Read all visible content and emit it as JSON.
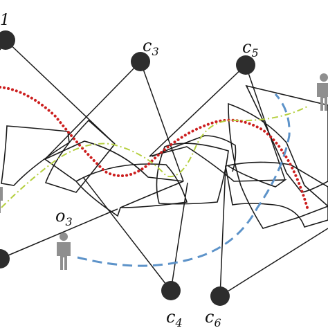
{
  "diagram": {
    "colors": {
      "background": "#ffffff",
      "line": "#1a1a1a",
      "camera_node": "#2d2d2d",
      "person": "#8f8f8f",
      "trajectory_red": "#cc1f1f",
      "trajectory_green": "#b5cf3f",
      "trajectory_blue": "#5d93c9"
    },
    "cameras": [
      {
        "label": "1"
      },
      {
        "label": "c3"
      },
      {
        "label": "c5"
      },
      {
        "label": "c4"
      },
      {
        "label": "c6"
      },
      {
        "label": ""
      }
    ],
    "objects": [
      {
        "label": "o3",
        "icon": "person-icon"
      },
      {
        "label": "",
        "icon": "person-icon"
      },
      {
        "label": "",
        "icon": "person-icon"
      }
    ],
    "trajectories": [
      {
        "style": "dotted",
        "color": "red"
      },
      {
        "style": "dash-dot",
        "color": "green"
      },
      {
        "style": "dashed",
        "color": "blue"
      }
    ]
  }
}
